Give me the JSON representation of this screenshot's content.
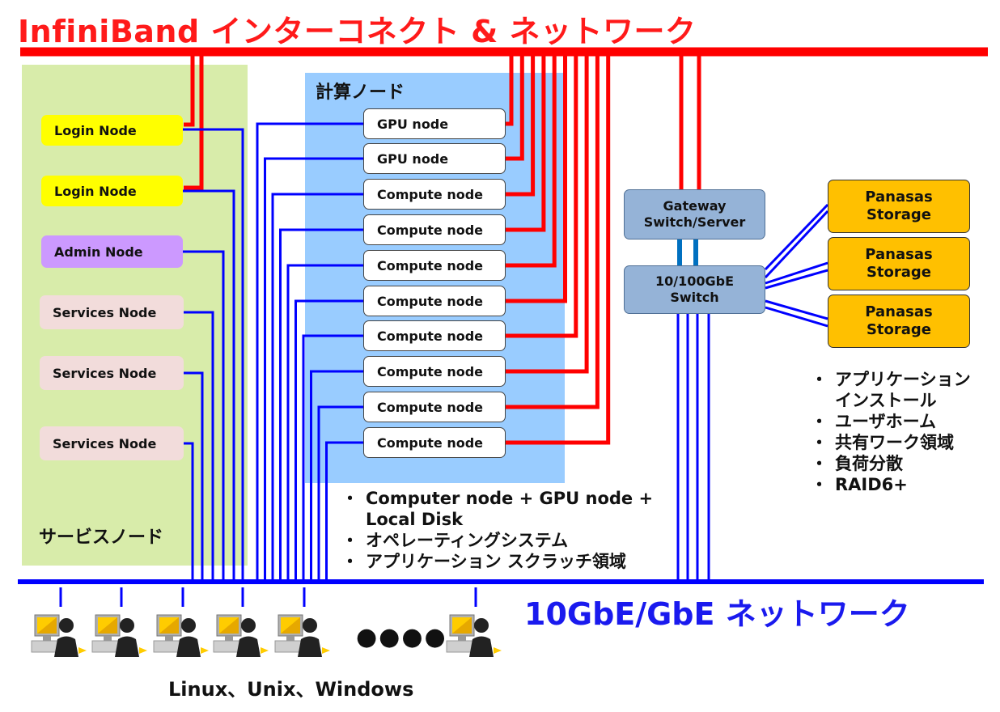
{
  "titles": {
    "infiniband": "InfiniBand インターコネクト & ネットワーク",
    "ethernet": "10GbE/GbE ネットワーク"
  },
  "regions": {
    "services": "サービスノード",
    "compute": "計算ノード"
  },
  "service_nodes": [
    {
      "label": "Login Node",
      "kind": "login"
    },
    {
      "label": "Login Node",
      "kind": "login"
    },
    {
      "label": "Admin Node",
      "kind": "admin"
    },
    {
      "label": "Services Node",
      "kind": "services"
    },
    {
      "label": "Services Node",
      "kind": "services"
    },
    {
      "label": "Services Node",
      "kind": "services"
    }
  ],
  "compute_nodes": [
    "GPU node",
    "GPU node",
    "Compute node",
    "Compute node",
    "Compute node",
    "Compute node",
    "Compute node",
    "Compute node",
    "Compute node",
    "Compute node"
  ],
  "gateway": {
    "line1": "Gateway",
    "line2": "Switch/Server"
  },
  "switch": {
    "line1": "10/100GbE",
    "line2": "Switch"
  },
  "storage": [
    {
      "line1": "Panasas",
      "line2": "Storage"
    },
    {
      "line1": "Panasas",
      "line2": "Storage"
    },
    {
      "line1": "Panasas",
      "line2": "Storage"
    }
  ],
  "compute_notes": [
    "Computer node + GPU node  +\nLocal Disk",
    "オペレーティングシステム",
    "アプリケーション スクラッチ領域"
  ],
  "storage_notes": [
    "アプリケーション\nインストール",
    "ユーザホーム",
    "共有ワーク領域",
    "負荷分散",
    "RAID6+"
  ],
  "clients": {
    "ellipsis": "●●●●",
    "os_label": "Linux、Unix、Windows"
  },
  "colors": {
    "infiniband": "#ff0000",
    "ethernet": "#0000ff",
    "storage_link": "#0070c0"
  }
}
